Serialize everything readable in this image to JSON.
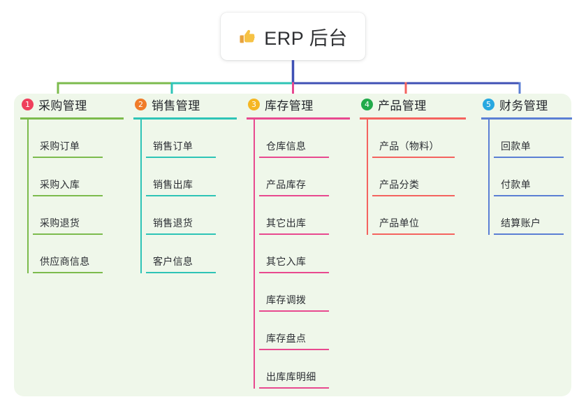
{
  "root": {
    "icon": "thumbs-up-icon",
    "title": "ERP 后台"
  },
  "palette": {
    "panel_bg": "#eff7ea",
    "page_bg": "#ffffff",
    "trunk": "#3f51b5",
    "text": "#2b2e33"
  },
  "columns": [
    {
      "number": "1",
      "title": "采购管理",
      "line_color": "#7cbb4d",
      "badge_color": "#ef3f5c",
      "items": [
        {
          "label": "采购订单"
        },
        {
          "label": "采购入库"
        },
        {
          "label": "采购退货"
        },
        {
          "label": "供应商信息"
        }
      ]
    },
    {
      "number": "2",
      "title": "销售管理",
      "line_color": "#2ec4b6",
      "badge_color": "#f07c2a",
      "items": [
        {
          "label": "销售订单"
        },
        {
          "label": "销售出库"
        },
        {
          "label": "销售退货"
        },
        {
          "label": "客户信息"
        }
      ]
    },
    {
      "number": "3",
      "title": "库存管理",
      "line_color": "#e8498f",
      "badge_color": "#f5b623",
      "items": [
        {
          "label": "仓库信息"
        },
        {
          "label": "产品库存"
        },
        {
          "label": "其它出库"
        },
        {
          "label": "其它入库"
        },
        {
          "label": "库存调拨"
        },
        {
          "label": "库存盘点"
        },
        {
          "label": "出库库明细"
        }
      ]
    },
    {
      "number": "4",
      "title": "产品管理",
      "line_color": "#f4635f",
      "badge_color": "#22aa4b",
      "items": [
        {
          "label": "产品（物料）"
        },
        {
          "label": "产品分类"
        },
        {
          "label": "产品单位"
        }
      ]
    },
    {
      "number": "5",
      "title": "财务管理",
      "line_color": "#5b7fd4",
      "badge_color": "#27a8e0",
      "items": [
        {
          "label": "回款单"
        },
        {
          "label": "付款单"
        },
        {
          "label": "结算账户"
        }
      ]
    }
  ]
}
